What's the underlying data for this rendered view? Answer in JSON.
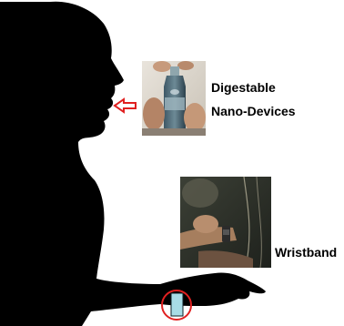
{
  "labels": {
    "digestable_line1": "Digestable",
    "digestable_line2": "Nano-Devices",
    "wristband": "Wristband"
  },
  "colors": {
    "silhouette": "#000000",
    "arrow": "#e02020",
    "wrist_circle": "#e02020",
    "band": "#a8dce6",
    "text": "#000000"
  },
  "icons": {
    "arrow": "left-arrow-outline",
    "band": "wristband-marker"
  }
}
